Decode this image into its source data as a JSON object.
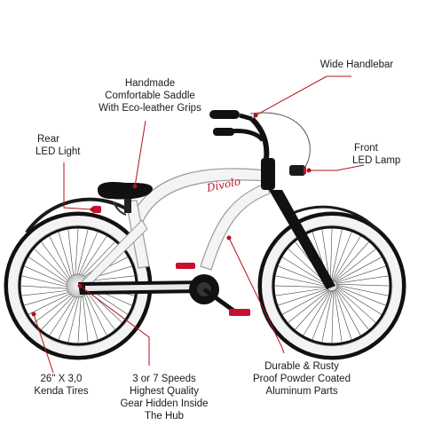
{
  "callouts": {
    "wide_handlebar": {
      "lines": [
        "Wide Handlebar"
      ]
    },
    "saddle": {
      "lines": [
        "Handmade",
        "Comfortable Saddle",
        "With Eco-leather Grips"
      ]
    },
    "rear_light": {
      "lines": [
        "Rear",
        "LED Light"
      ]
    },
    "front_lamp": {
      "lines": [
        "Front",
        "LED Lamp"
      ]
    },
    "tires": {
      "lines": [
        "26\" X 3,0",
        "Kenda Tires"
      ]
    },
    "gears": {
      "lines": [
        "3 or 7 Speeds",
        "Highest Quality",
        "Gear Hidden Inside",
        "The Hub"
      ]
    },
    "frame": {
      "lines": [
        "Durable & Rusty",
        "Proof Powder Coated",
        "Aluminum Parts"
      ]
    }
  },
  "brand_script": "Divolo",
  "colors": {
    "callout_line": "#b5121b",
    "frame": "#f4f4f4",
    "frame_outline": "#9a9a9a",
    "dark": "#111111",
    "tire_wall": "#f3f3f3",
    "accent": "#c8102e"
  }
}
